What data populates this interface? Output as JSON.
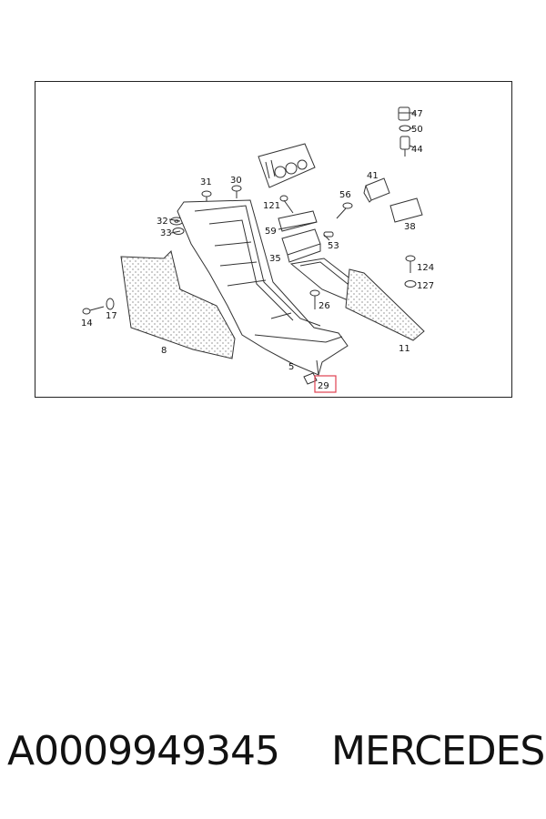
{
  "diagram": {
    "callouts": {
      "c47": "47",
      "c50": "50",
      "c44": "44",
      "c41": "41",
      "c38": "38",
      "c31": "31",
      "c30": "30",
      "c121": "121",
      "c56": "56",
      "c32": "32",
      "c33": "33",
      "c59": "59",
      "c53": "53",
      "c35": "35",
      "c124": "124",
      "c127": "127",
      "c26": "26",
      "c14": "14",
      "c17": "17",
      "c8": "8",
      "c5": "5",
      "c11": "11"
    },
    "highlighted_callout": "29",
    "highlight_color": "#e04050"
  },
  "caption": {
    "part_number": "A0009949345",
    "brand": "MERCEDES"
  }
}
